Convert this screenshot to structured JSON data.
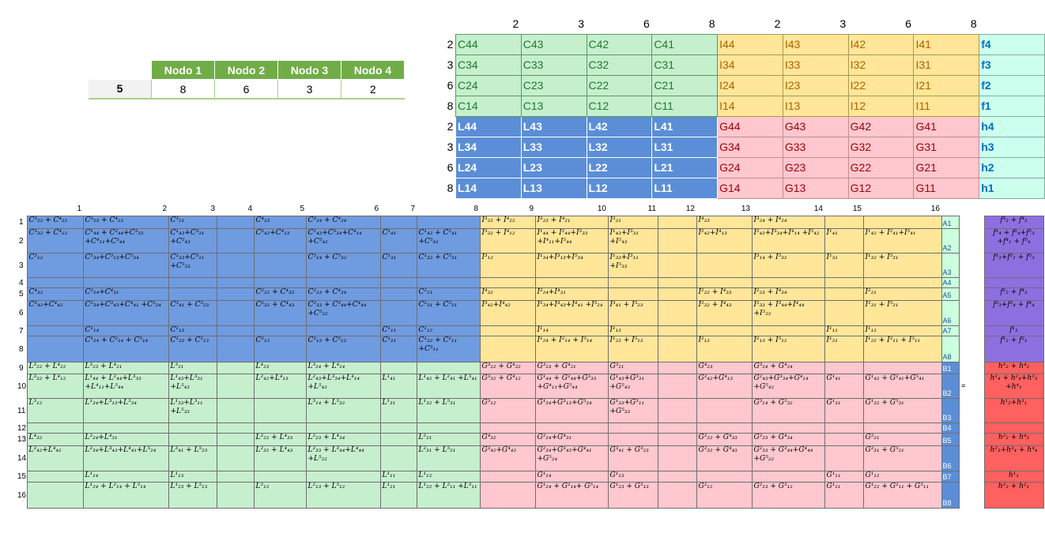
{
  "nodo": {
    "headers": [
      "Nodo 1",
      "Nodo 2",
      "Nodo 3",
      "Nodo 4"
    ],
    "key": "5",
    "values": [
      "8",
      "6",
      "3",
      "2"
    ]
  },
  "block": {
    "col_headers": [
      "2",
      "3",
      "6",
      "8",
      "2",
      "3",
      "6",
      "8"
    ],
    "rows": [
      {
        "rh": "2",
        "c": [
          "C44",
          "C43",
          "C42",
          "C41"
        ],
        "i": [
          "I44",
          "I43",
          "I42",
          "I41"
        ],
        "f": "f4"
      },
      {
        "rh": "3",
        "c": [
          "C34",
          "C33",
          "C32",
          "C31"
        ],
        "i": [
          "I34",
          "I33",
          "I32",
          "I31"
        ],
        "f": "f3"
      },
      {
        "rh": "6",
        "c": [
          "C24",
          "C23",
          "C22",
          "C21"
        ],
        "i": [
          "I24",
          "I23",
          "I22",
          "I21"
        ],
        "f": "f2"
      },
      {
        "rh": "8",
        "c": [
          "C14",
          "C13",
          "C12",
          "C11"
        ],
        "i": [
          "I14",
          "I13",
          "I12",
          "I11"
        ],
        "f": "f1"
      },
      {
        "rh": "2",
        "c": [
          "L44",
          "L43",
          "L42",
          "L41"
        ],
        "i": [
          "G44",
          "G43",
          "G42",
          "G41"
        ],
        "f": "h4"
      },
      {
        "rh": "3",
        "c": [
          "L34",
          "L33",
          "L32",
          "L31"
        ],
        "i": [
          "G34",
          "G33",
          "G32",
          "G31"
        ],
        "f": "h3"
      },
      {
        "rh": "6",
        "c": [
          "L24",
          "L23",
          "L22",
          "L21"
        ],
        "i": [
          "G24",
          "G23",
          "G22",
          "G21"
        ],
        "f": "h2"
      },
      {
        "rh": "8",
        "c": [
          "L14",
          "L13",
          "L12",
          "L11"
        ],
        "i": [
          "G14",
          "G13",
          "G12",
          "G11"
        ],
        "f": "h1"
      }
    ]
  },
  "matrix": {
    "col_numbers": [
      "1",
      "2",
      "3",
      "4",
      "5",
      "6",
      "7",
      "8",
      "9",
      "10",
      "11",
      "12",
      "13",
      "14",
      "15",
      "16"
    ],
    "eq_sign": "=",
    "rows": [
      {
        "n": "1",
        "cells": [
          "C³₂₂ + C⁴₂₂",
          "C³₂₃ + C⁴₂₁",
          "C³₂₁",
          "",
          "C⁴₂₃",
          "C³₂₄ + C⁴₂₄",
          "",
          "",
          "I³₂₂ + I⁴₂₂",
          "I³₂₃ + I⁴₂₁",
          "I³₂₁",
          "",
          "I⁴₂₃",
          "I³₂₄ + I⁴₂₄",
          "",
          ""
        ],
        "lbl": "A1",
        "rv": "f³₂ + f⁴₂"
      },
      {
        "n": "2",
        "cells": [
          "C³₃₂ + C⁴₁₂",
          "C¹₄₄ + C²₄₄+C³₃₃ +C⁴₁₁+C⁵₄₄",
          "C¹₄₃+C³₃₁ +C⁵₄₃",
          "",
          "C²₄₂+C⁴₁₃",
          "C²₄₃+C³₃₄+C⁴₁₄ +C⁵₄₂",
          "C¹₄₁",
          "C¹₄₂ + C²₄₁ +C⁵₄₁",
          "I³₃₂ + I⁴₁₂",
          "I¹₄₄ + I²₄₄+I³₃₃ +I⁴₁₁+I⁵₄₄",
          "I¹₄₃+I³₃₁ +I⁵₄₃",
          "",
          "I²₄₂+I⁴₁₃",
          "I²₄₃+I³₃₄+I⁴₁₄ +I⁵₄₂",
          "I¹₄₁",
          "I¹₄₂ + I²₄₁+I⁵₄₁"
        ],
        "lbl": "A2",
        "rv": "f¹₄ + f²₄+f³₃ +f⁴₁ + f⁵₄"
      },
      {
        "n": "3",
        "cells": [
          "C³₁₂",
          "C¹₃₄+C³₁₃+C⁵₃₄",
          "C¹₃₃+C³₁₁ +C⁵₃₃",
          "",
          "",
          "C³₁₄ + C⁵₃₂",
          "C¹₃₁",
          "C¹₃₂ + C⁵₃₁",
          "I³₁₂",
          "I¹₃₄+I³₁₃+I⁵₃₄",
          "I¹₃₃+I³₁₁ +I⁵₃₃",
          "",
          "",
          "I³₁₄ + I⁵₃₂",
          "I¹₃₁",
          "I¹₃₂ + I⁵₃₁"
        ],
        "lbl": "A3",
        "rv": "f¹₃+f³₁ + f⁵₃"
      },
      {
        "n": "4",
        "cells": [
          "",
          "",
          "",
          "",
          "",
          "",
          "",
          "",
          "",
          "",
          "",
          "",
          "",
          "",
          "",
          ""
        ],
        "lbl": "A4",
        "rv": ""
      },
      {
        "n": "5",
        "cells": [
          "C⁴₃₂",
          "C²₂₄+C⁴₃₁",
          "",
          "",
          "C²₂₂ + C⁴₃₃",
          "C²₂₃ + C⁴₃₄",
          "",
          "C²₂₁",
          "I⁴₃₂",
          "I²₂₄+I⁴₃₁",
          "",
          "",
          "I²₂₂ + I⁴₃₃",
          "I²₂₃ + I⁴₃₄",
          "",
          "I²₂₁"
        ],
        "lbl": "A5",
        "rv": "f²₂ + f⁴₃"
      },
      {
        "n": "6",
        "cells": [
          "C³₄₂+C⁴₄₂",
          "C²₃₄+C³₄₃+C⁴₄₁ +C⁵₂₄",
          "C³₄₁ + C⁵₂₃",
          "",
          "C²₃₂ + C⁴₄₃",
          "C²₃₃ + C³₄₄+C⁴₄₄ +C⁵₂₂",
          "",
          "C²₃₁ + C⁵₂₁",
          "I³₄₂+I⁴₄₂",
          "I²₃₄+I³₄₃+I⁴₄₁ +I⁵₂₄",
          "I³₄₁ + I⁵₂₃",
          "",
          "I²₃₂ + I⁴₄₃",
          "I²₃₃ + I³₄₄+I⁴₄₄ +I⁵₂₂",
          "",
          "I²₃₁ + I⁵₂₁"
        ],
        "lbl": "A6",
        "rv": "f²₃+f³₄ + f⁴₄"
      },
      {
        "n": "7",
        "cells": [
          "",
          "C¹₁₄",
          "C¹₁₃",
          "",
          "",
          "",
          "C¹₁₁",
          "C¹₁₂",
          "",
          "I¹₁₄",
          "I¹₁₃",
          "",
          "",
          "",
          "I¹₁₁",
          "I¹₁₂"
        ],
        "lbl": "A7",
        "rv": "f¹₁"
      },
      {
        "n": "8",
        "cells": [
          "",
          "C¹₂₄ + C²₁₄ + C⁵₁₄",
          "C¹₂₃ + C⁵₁₃",
          "",
          "C²₁₂",
          "C²₁₃ + C⁵₁₂",
          "C¹₂₁",
          "C¹₂₂ + C²₁₁ +C⁵₁₁",
          "",
          "I¹₂₄ + I²₁₄ + I⁵₁₄",
          "I¹₂₃ + I⁵₁₃",
          "",
          "I²₁₂",
          "I²₁₃ + I⁵₁₂",
          "I¹₂₁",
          "I¹₂₂ + I²₁₁ + I⁵₁₁"
        ],
        "lbl": "A8",
        "rv": "f¹₂ + f²₁"
      },
      {
        "n": "9",
        "cells": [
          "L³₂₂ + L⁴₂₂",
          "L³₂₃ + L⁴₂₁",
          "L³₂₁",
          "",
          "L⁴₂₃",
          "L³₂₄ + L⁴₂₄",
          "",
          "",
          "G³₂₂ + G⁴₂₂",
          "G³₂₃ + G⁴₂₁",
          "G³₂₁",
          "",
          "G⁴₂₃",
          "G³₂₄ + G⁴₂₄",
          "",
          ""
        ],
        "lbl": "B1",
        "rv": "h³₂ + h⁴₂"
      },
      {
        "n": "10",
        "cells": [
          "L³₃₂ + L⁴₁₂",
          "L¹₄₄ + L²₄₄+L³₃₃ +L⁴₁₁+L⁵₄₄",
          "L¹₄₃+L³₃₁ +L⁵₄₃",
          "",
          "L²₄₂+L⁴₁₃",
          "L²₄₃+L³₃₄+L⁴₁₄ +L⁵₄₂",
          "L¹₄₁",
          "L¹₄₂ + L²₄₁ +L⁵₄₁",
          "G³₃₂ + G⁴₁₂",
          "G¹₄₄ + G²₄₄+G³₃₃ +G⁴₁₁+G⁵₄₄",
          "G¹₄₃+G³₃₁ +G⁵₄₃",
          "",
          "G²₄₂+G⁴₁₃",
          "G²₄₃+G³₃₄+G⁴₁₄ +G⁵₄₂",
          "G¹₄₁",
          "G¹₄₂ + G²₄₁+G⁵₄₁"
        ],
        "lbl": "B2",
        "rv": "h¹₄ + h²₄+h³₃ +h⁴₁"
      },
      {
        "n": "11",
        "cells": [
          "L³₁₂",
          "L¹₃₄+L³₁₃+L⁵₃₄",
          "L¹₃₃+L³₁₁ +L⁵₃₃",
          "",
          "",
          "L³₁₄ + L⁵₃₂",
          "L¹₃₁",
          "L¹₃₂ + L⁵₃₁",
          "G³₁₂",
          "G¹₃₄+G³₁₃+G⁵₃₄",
          "G¹₃₃+G³₁₁ +G⁵₃₃",
          "",
          "",
          "G³₁₄ + G⁵₃₂",
          "G¹₃₁",
          "G¹₃₂ + G⁵₃₁"
        ],
        "lbl": "B3",
        "rv": "h¹₃+h³₁"
      },
      {
        "n": "12",
        "cells": [
          "",
          "",
          "",
          "",
          "",
          "",
          "",
          "",
          "",
          "",
          "",
          "",
          "",
          "",
          "",
          ""
        ],
        "lbl": "B4",
        "rv": ""
      },
      {
        "n": "13",
        "cells": [
          "L⁴₃₂",
          "L²₂₄+L⁴₃₁",
          "",
          "",
          "L²₂₂ + L⁴₃₃",
          "L²₂₃ + L⁴₃₄",
          "",
          "L²₂₁",
          "G⁴₃₂",
          "G²₂₄+G⁴₃₁",
          "",
          "",
          "G²₂₂ + G⁴₃₃",
          "G²₂₃ + G⁴₃₄",
          "",
          "G²₂₁"
        ],
        "lbl": "B5",
        "rv": "h²₂ + h⁴₃"
      },
      {
        "n": "14",
        "cells": [
          "L³₄₂+L⁴₄₂",
          "L²₃₄+L³₄₃+L⁴₄₁+L⁵₂₄",
          "L³₄₁ + L⁵₂₃",
          "",
          "L²₃₂ + L⁴₄₃",
          "L²₃₃ + L³₄₄+L⁴₄₄ +L⁵₂₂",
          "",
          "L²₃₁ + L⁵₂₁",
          "G³₄₂+G⁴₄₂",
          "G²₃₄+G³₄₃+G⁴₄₁ +G⁵₂₄",
          "G³₄₁ + G⁵₂₃",
          "",
          "G²₃₂ + G⁴₄₃",
          "G²₃₃ + G³₄₄+G⁴₄₄ +G⁵₂₂",
          "",
          "G²₃₁ + G⁵₂₁"
        ],
        "lbl": "B6",
        "rv": "h²₃+h³₄ + h⁴₄"
      },
      {
        "n": "15",
        "cells": [
          "",
          "L¹₁₄",
          "L¹₁₃",
          "",
          "",
          "",
          "L¹₁₁",
          "L¹₁₂",
          "",
          "G¹₁₄",
          "G¹₁₃",
          "",
          "",
          "",
          "G¹₁₁",
          "G¹₁₂"
        ],
        "lbl": "B7",
        "rv": "h¹₁"
      },
      {
        "n": "16",
        "cells": [
          "",
          "L¹₂₄ + L²₁₄ + L⁵₁₄",
          "L¹₂₃ + L⁵₁₃",
          "",
          "L²₁₂",
          "L²₁₃ + L⁵₁₂",
          "L¹₂₁",
          "L¹₂₂ + L²₁₁ +L⁵₁₁",
          "",
          "G¹₂₄ + G²₁₄+ G⁵₁₄",
          "G¹₂₃ + G⁵₁₃",
          "",
          "G²₁₂",
          "G²₁₃ + G⁵₁₂",
          "G¹₂₁",
          "G¹₂₂ + G²₁₁ + G⁵₁₁"
        ],
        "lbl": "B8",
        "rv": "h²₂ + h²₁"
      }
    ]
  }
}
